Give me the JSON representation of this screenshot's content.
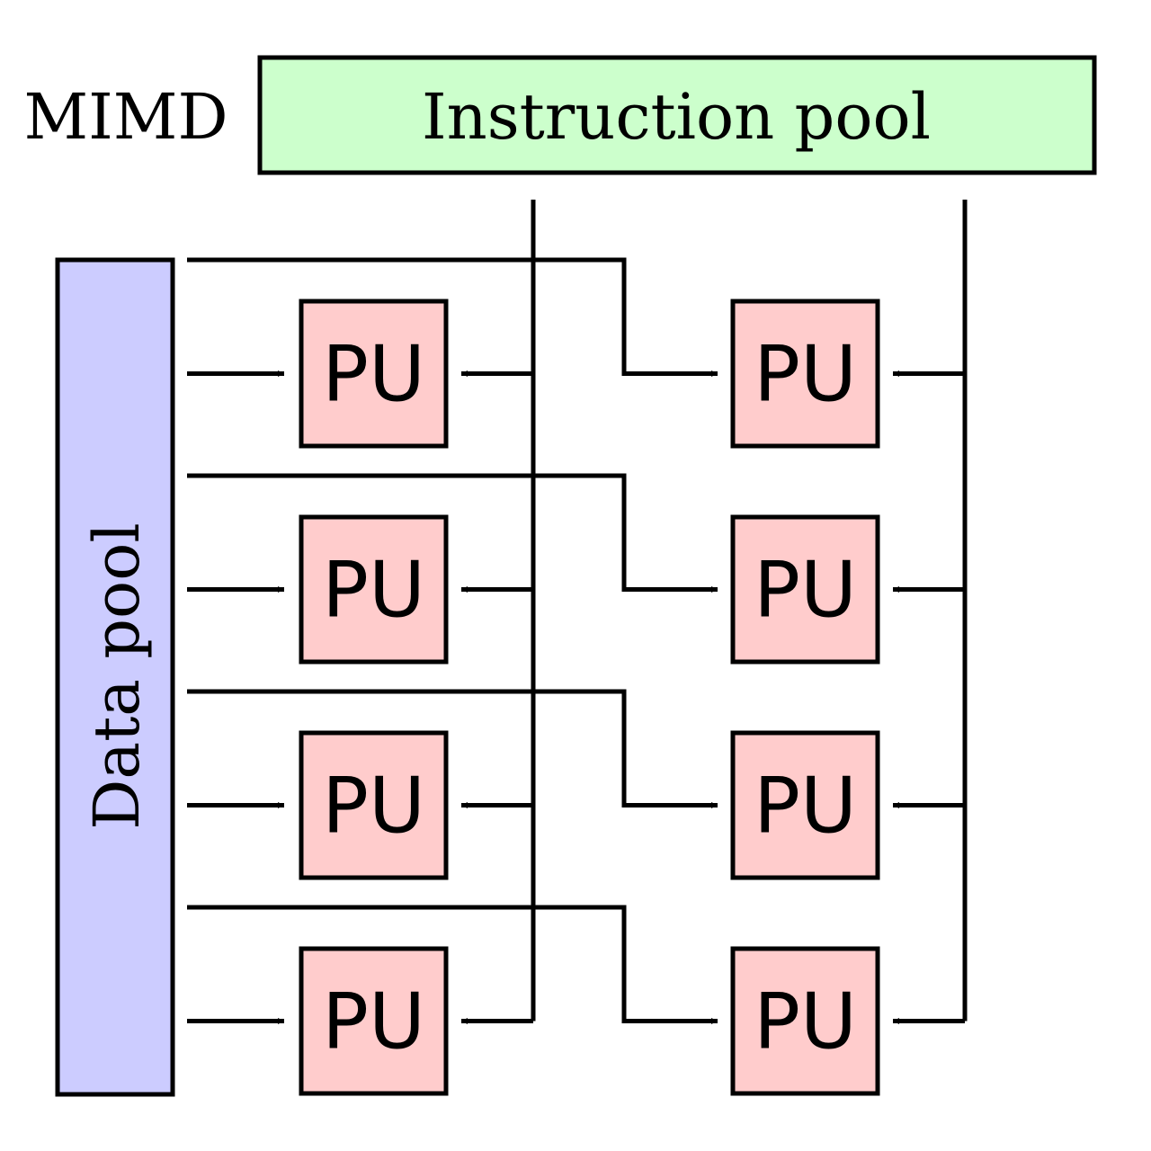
{
  "title": "MIMD",
  "instruction_pool": {
    "label": "Instruction pool",
    "fill_color": "#ccffcc"
  },
  "data_pool": {
    "label": "Data pool",
    "fill_color": "#ccccff"
  },
  "processing_units": {
    "label": "PU",
    "fill_color": "#ffcccc",
    "columns": 2,
    "rows": 4
  },
  "line_color": "#000000"
}
